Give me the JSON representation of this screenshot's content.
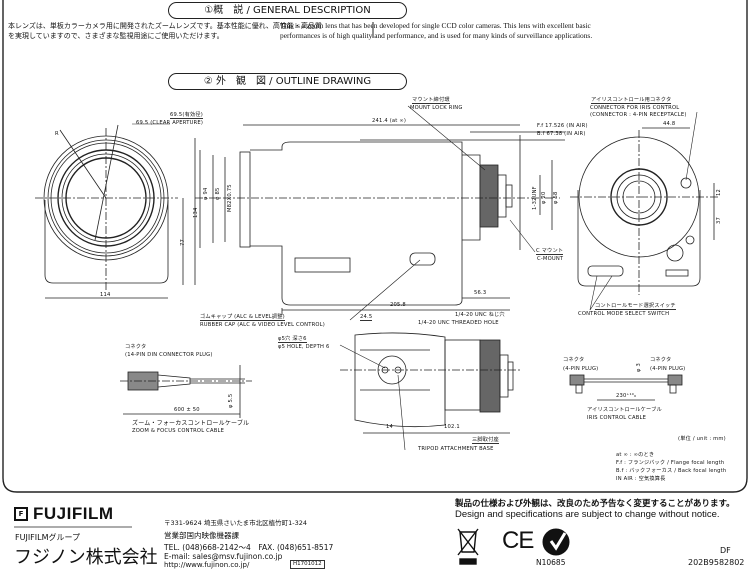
{
  "general": {
    "header": "①概　説 / GENERAL DESCRIPTION",
    "jp_line1": "本レンズは、単板カラーカメラ用に開発されたズームレンズです。基本性能に優れ、高性能・高品質",
    "jp_line2": "を実現していますので、さまざまな監視用途にご使用いただけます。",
    "en_line1": "This is a zoom lens that has been developed for single CCD color cameras. This lens with excellent basic",
    "en_line2": "performances is of high quality and performance, and is used for many kinds of surveillance applications."
  },
  "drawing": {
    "header": "② 外　観　図 / OUTLINE DRAWING",
    "front": {
      "aperture_jp": "69.5(有効径)",
      "aperture_en": "69.5 (CLEAR APERTURE)",
      "r": "R",
      "height": "134",
      "center_height": "77",
      "width": "114"
    },
    "side": {
      "length": "241.4 (at ∞)",
      "d94": "φ 94",
      "d85": "φ 85",
      "thread": "M82X0.75",
      "mount_ring_jp": "マウント締付環",
      "mount_ring_en": "MOUNT LOCK RING",
      "ff": "F.f 17.526 (IN AIR)",
      "bf": "B.f 67.38 (IN AIR)",
      "unf": "1-32UNF",
      "d20": "φ 20",
      "d58": "φ 58",
      "cmount_jp": "C マウント",
      "cmount_en": "C-MOUNT",
      "dim_563": "56.3",
      "dim_2058": "205.8",
      "rubber_jp": "ゴムキャップ (ALC & LEVEL調整)",
      "rubber_en": "RUBBER CAP (ALC & VIDEO LEVEL CONTROL)"
    },
    "rear": {
      "connector_jp": "アイリスコントロール用コネクタ",
      "connector_en1": "CONNECTOR FOR IRIS CONTROL",
      "connector_en2": "(CONNECTOR : 4-PIN RECEPTACLE)",
      "dim_448": "44.8",
      "dim_12": "12",
      "dim_37": "37",
      "switch_jp": "コントロールモード選択スイッチ",
      "switch_en": "CONTROL MODE SELECT SWITCH"
    },
    "bottom": {
      "dim_245": "24.5",
      "thread_jp": "1/4-20 UNC ねじ穴",
      "thread_en": "1/4-20 UNC THREADED HOLE",
      "hole_jp": "φ5穴 深さ6",
      "hole_en": "φ5 HOLE, DEPTH 6",
      "dim_14": "14",
      "dim_1021": "102.1",
      "tripod_jp": "三脚取付座",
      "tripod_en": "TRIPOD ATTACHMENT BASE"
    },
    "zoom_cable": {
      "connector_jp": "コネクタ",
      "connector_en": "(14-PIN DIN CONNECTOR PLUG)",
      "length": "600 ± 50",
      "dia": "φ 5.5",
      "name_jp": "ズーム・フォーカスコントロールケーブル",
      "name_en": "ZOOM & FOCUS CONTROL CABLE"
    },
    "iris_cable": {
      "left_jp": "コネクタ",
      "left_en": "(4-PIN PLUG)",
      "right_jp": "コネクタ",
      "right_en": "(4-PIN PLUG)",
      "dia": "φ 3",
      "length": "230⁺¹⁰₀",
      "name_jp": "アイリスコントロールケーブル",
      "name_en": "IRIS CONTROL CABLE"
    },
    "unit": "(単位 / unit : mm)",
    "notes": [
      "at ∞ : ∞のとき",
      "F.f : フランジバック / Flange focal length",
      "B.f : バックフォーカス / Back focal length",
      "IN AIR : 空気換算長"
    ]
  },
  "footer": {
    "logo": "FUJIFILM",
    "group": "FUJIFILMグループ",
    "company": "フジノン株式会社",
    "address": "〒331-9624 埼玉県さいたま市北区植竹町1-324",
    "dept": "営業部国内映像機器課",
    "tel": "TEL. (048)668-2142〜4　FAX. (048)651-8517",
    "email": "E-mail: sales@msv.fujinon.co.jp",
    "url": "http://www.fujinon.co.jp/",
    "code_box": "H1701012",
    "notice_jp": "製品の仕様および外観は、改良のため予告なく変更することがあります。",
    "notice_en": "Design and specifications are subject to change without notice.",
    "ce": "CE",
    "ctick_no": "N10685",
    "df": "DF",
    "doc_no": "202B9582802"
  }
}
